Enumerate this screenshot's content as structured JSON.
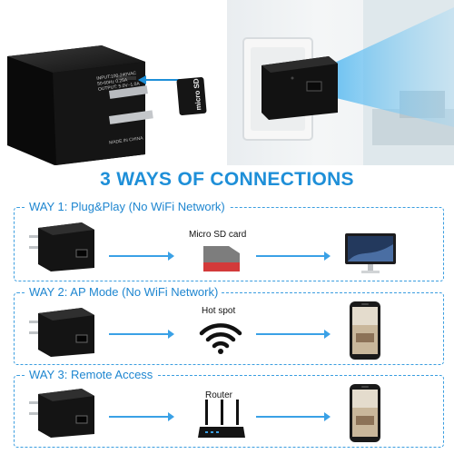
{
  "device": {
    "label_lines": [
      "INPUT:100-240VAC",
      "50-60Hz  0.25A",
      "OUTPUT: 5.0V–1.0A"
    ],
    "made_in": "MADE IN CHINA",
    "sd_card_text": "micro SD"
  },
  "title": "3 WAYS OF CONNECTIONS",
  "ways": [
    {
      "label": "WAY 1: Plug&Play (No WiFi Network)",
      "middle_caption": "Micro SD card",
      "middle_icon": "sd-card-icon",
      "end_icon": "monitor-icon"
    },
    {
      "label": "WAY 2: AP Mode (No WiFi Network)",
      "middle_caption": "Hot spot",
      "middle_icon": "wifi-icon",
      "end_icon": "smartphone-icon"
    },
    {
      "label": "WAY 3: Remote Access",
      "middle_caption": "Router",
      "middle_icon": "router-icon",
      "end_icon": "smartphone-icon"
    }
  ],
  "colors": {
    "accent": "#1e8fd8",
    "dashed_border": "#3b9ee0",
    "arrow": "#3aa1e6",
    "sd_red": "#d33a3a"
  }
}
